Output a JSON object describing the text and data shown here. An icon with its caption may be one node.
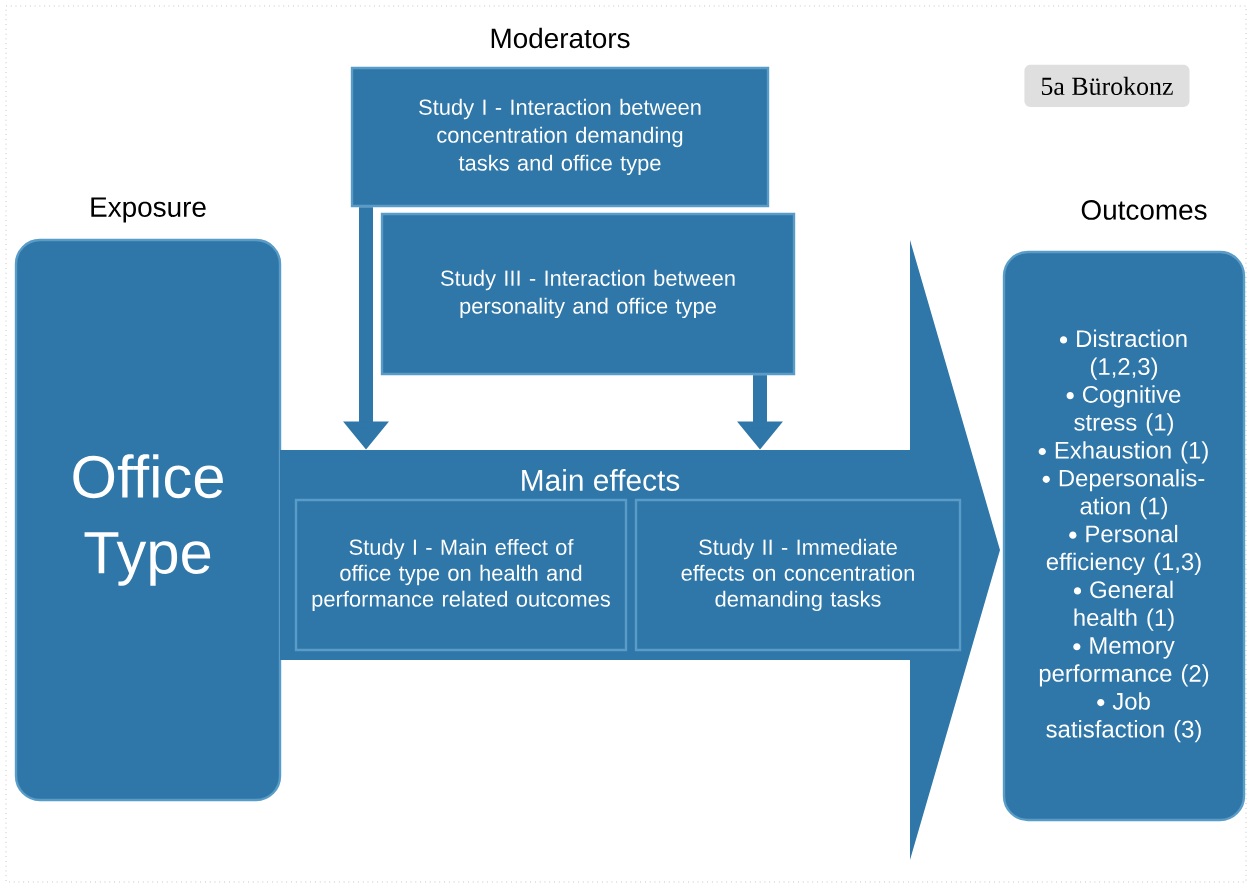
{
  "diagram": {
    "nodes": [
      {
        "text": [
          "Exposure",
          "Office Type"
        ]
      },
      {
        "text": [
          "Study I - Interaction between concentration demanding tasks and office type"
        ]
      },
      {
        "text": [
          "Study III - Interaction between personality and office type"
        ]
      },
      {
        "text": [
          "Main effects"
        ]
      },
      {
        "text": [
          "Study I - Main effect of office type on health and performance related outcomes"
        ],
        "in": 3
      },
      {
        "text": [
          "Study II - Immediate effects on concentration demanding tasks"
        ],
        "in": 3
      },
      {
        "text": [
          "Outcomes",
          "Distraction (1,2,3)",
          "Cognitive stress (1)",
          "Exhaustion (1)",
          "Depersonalis- ation (1)",
          "Personal efficiency (1,3)",
          "General health (1)",
          "Memory performance (2)",
          "Job satisfaction (3)"
        ]
      }
    ],
    "edges": [
      {
        "from": 1,
        "to": 3,
        "arrow": "to"
      },
      {
        "from": 2,
        "to": 3,
        "arrow": "to"
      }
    ],
    "labels": [
      "Moderators",
      "5a Bürokonz"
    ]
  }
}
